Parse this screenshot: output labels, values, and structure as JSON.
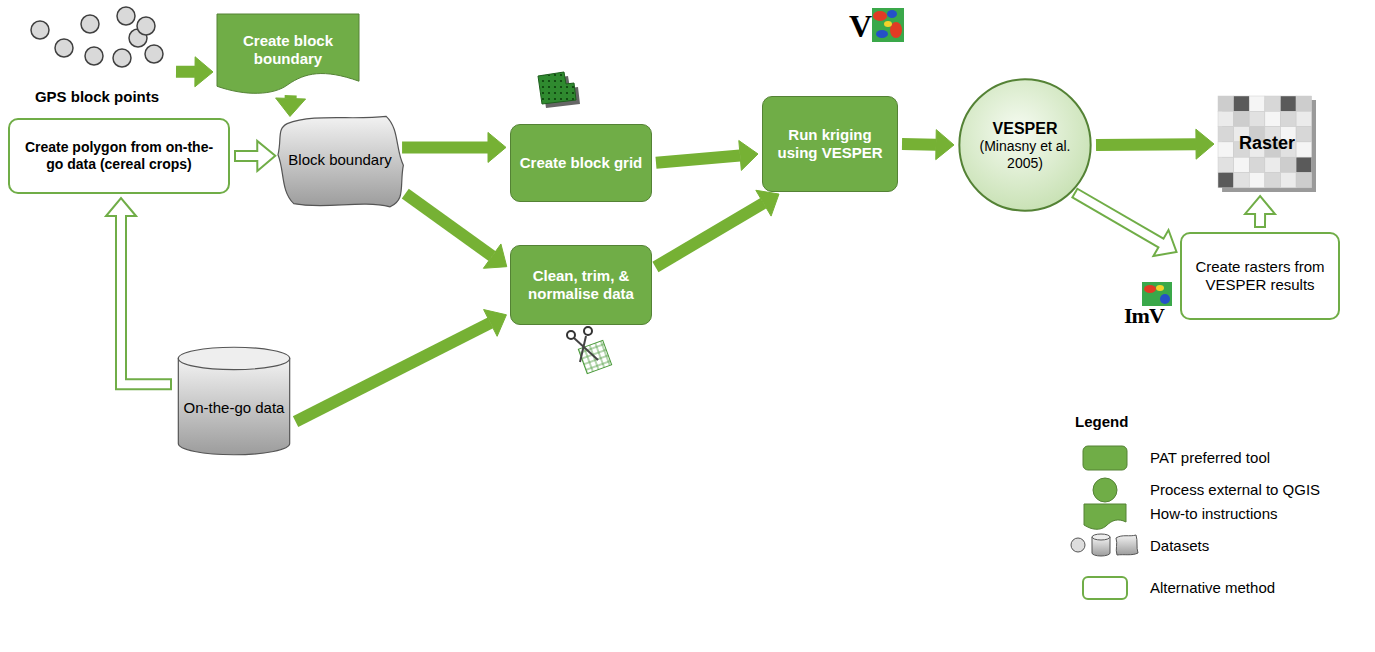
{
  "diagram": {
    "nodes": [
      {
        "text": [
          "GPS block points"
        ]
      },
      {
        "text": [
          "Create block boundary"
        ]
      },
      {
        "text": [
          "Create polygon from on-the-go data (cereal crops)"
        ]
      },
      {
        "text": [
          "Block boundary"
        ]
      },
      {
        "text": [
          "On-the-go data"
        ]
      },
      {
        "text": [
          "Create block grid"
        ]
      },
      {
        "text": [
          "Clean, trim, & normalise data"
        ]
      },
      {
        "text": [
          "Run kriging using VESPER"
        ]
      },
      {
        "text": [
          "VESPER",
          "(Minasny et al. 2005)"
        ]
      },
      {
        "text": [
          "Raster"
        ]
      },
      {
        "text": [
          "Create rasters from VESPER results"
        ]
      }
    ],
    "edges": [
      {
        "from": 0,
        "to": 1,
        "arrow": "to"
      },
      {
        "from": 1,
        "to": 3,
        "arrow": "to"
      },
      {
        "from": 2,
        "to": 3,
        "arrow": "to"
      },
      {
        "from": 4,
        "to": 2,
        "arrow": "to"
      },
      {
        "from": 3,
        "to": 5,
        "arrow": "to"
      },
      {
        "from": 3,
        "to": 6,
        "arrow": "to"
      },
      {
        "from": 4,
        "to": 6,
        "arrow": "to"
      },
      {
        "from": 5,
        "to": 7,
        "arrow": "to"
      },
      {
        "from": 6,
        "to": 7,
        "arrow": "to"
      },
      {
        "from": 7,
        "to": 8,
        "arrow": "to"
      },
      {
        "from": 8,
        "to": 9,
        "arrow": "to"
      },
      {
        "from": 8,
        "to": 10,
        "arrow": "to"
      },
      {
        "from": 10,
        "to": 9,
        "arrow": "to"
      }
    ],
    "labels": [
      "V",
      "ImV",
      "Legend"
    ],
    "legend": [
      {
        "text": "PAT preferred tool",
        "color": "#70ad47"
      },
      {
        "text": "Process external to QGIS",
        "color": "#70ad47"
      },
      {
        "text": "How-to instructions"
      },
      {
        "text": "Datasets"
      },
      {
        "text": "Alternative method"
      }
    ]
  }
}
